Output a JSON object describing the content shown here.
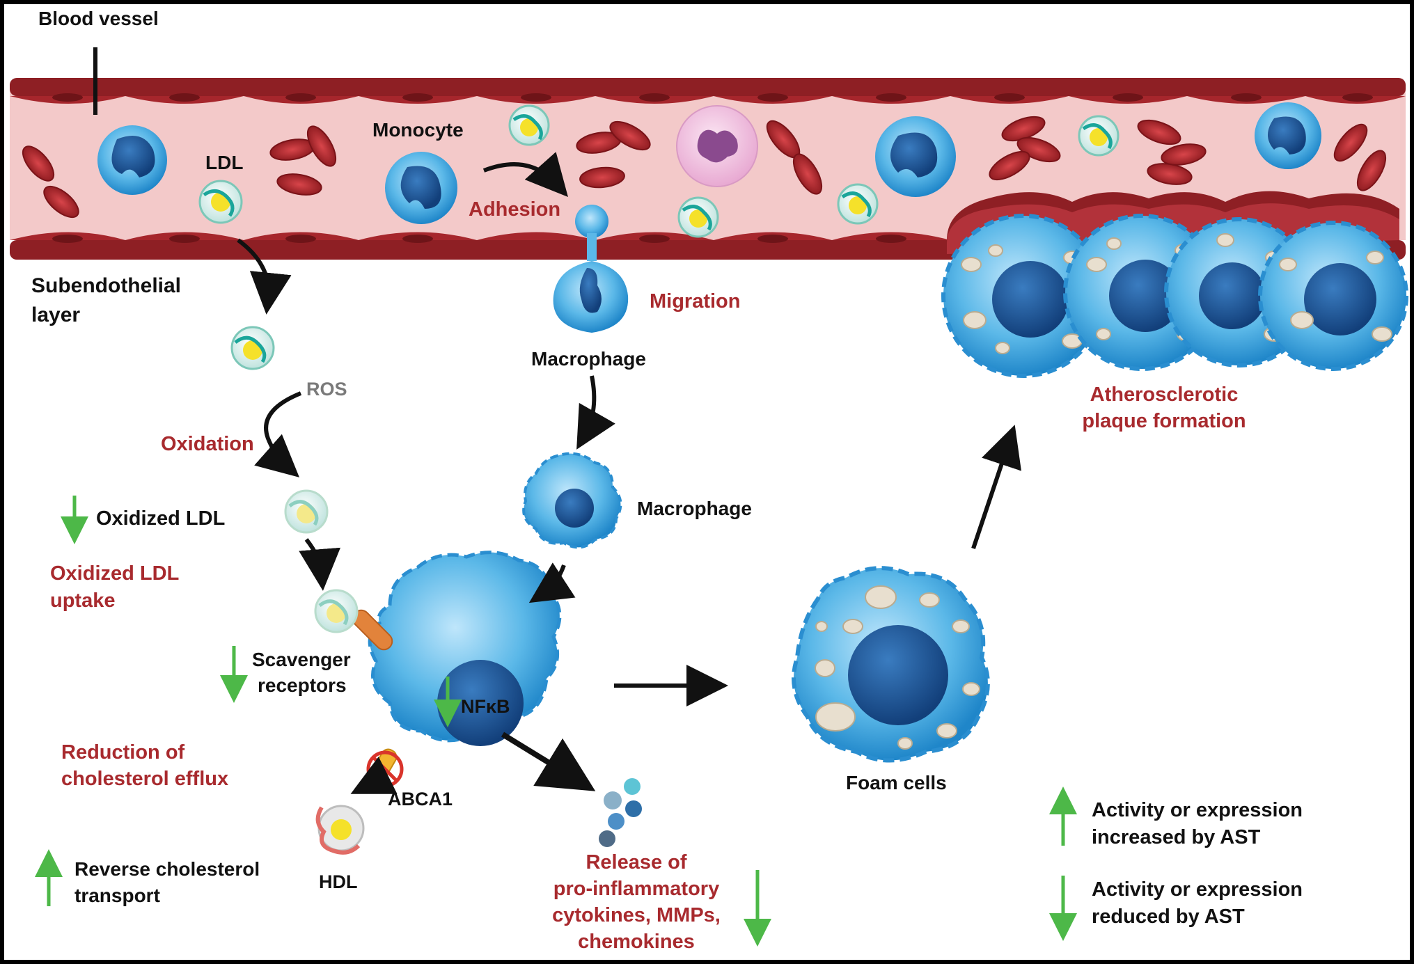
{
  "labels": {
    "blood_vessel": "Blood vessel",
    "ldl": "LDL",
    "monocyte": "Monocyte",
    "adhesion": "Adhesion",
    "subendothelial_1": "Subendothelial",
    "subendothelial_2": "layer",
    "migration": "Migration",
    "macrophage_top": "Macrophage",
    "macrophage_mid": "Macrophage",
    "ros": "ROS",
    "oxidation": "Oxidation",
    "oxidized_ldl": "Oxidized LDL",
    "oxldl_uptake_1": "Oxidized LDL",
    "oxldl_uptake_2": "uptake",
    "scavenger_1": "Scavenger",
    "scavenger_2": "receptors",
    "nfkb": "NFκB",
    "reduction_1": "Reduction of",
    "reduction_2": "cholesterol efflux",
    "abca1": "ABCA1",
    "hdl": "HDL",
    "rct_1": "Reverse cholesterol",
    "rct_2": "transport",
    "release_1": "Release of",
    "release_2": "pro-inflammatory",
    "release_3": "cytokines, MMPs,",
    "release_4": "chemokines",
    "foam_cells": "Foam cells",
    "plaque_1": "Atherosclerotic",
    "plaque_2": "plaque formation"
  },
  "legend": {
    "increased_1": "Activity or expression",
    "increased_2": "increased by AST",
    "reduced_1": "Activity or expression",
    "reduced_2": "reduced by AST"
  },
  "colors": {
    "vessel_wall": "#8e1f24",
    "lumen": "#f3c9c9",
    "rbc": "#a8262b",
    "cell_blue": "#3fa4dc",
    "nucleus": "#1d5a9e",
    "label_red": "#a82a2e",
    "arrow_green": "#4db848"
  }
}
